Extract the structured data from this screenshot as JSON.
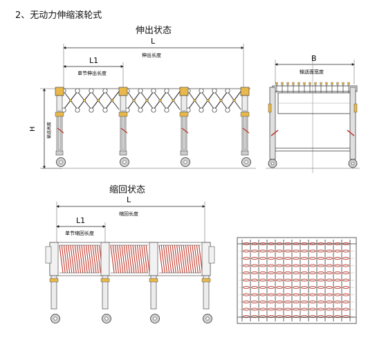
{
  "heading": "2、无动力伸缩滚轮式",
  "extended": {
    "state_label": "伸出状态",
    "dim_L": "L",
    "dim_L_desc": "伸出长度",
    "dim_L1": "L1",
    "dim_L1_desc": "单节伸出长度",
    "dim_H": "H",
    "dim_H_desc": "输送高度",
    "dim_B": "B",
    "dim_B_desc": "输送面宽度"
  },
  "retracted": {
    "state_label": "缩回状态",
    "dim_L": "L",
    "dim_L_desc": "缩回长度",
    "dim_L1": "L1",
    "dim_L1_desc": "单节缩回长度"
  },
  "colors": {
    "line": "#333333",
    "roller": "#c0392b",
    "accent": "#e8b84a",
    "grey": "#9a9a9a"
  }
}
